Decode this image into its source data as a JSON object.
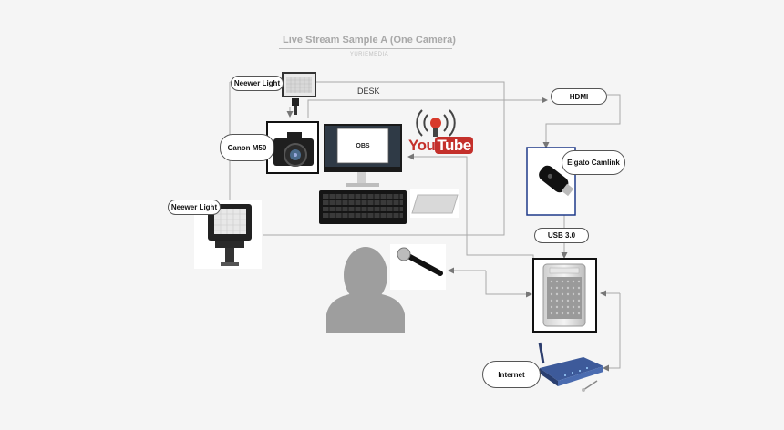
{
  "diagram": {
    "title": "Live Stream Sample A  (One Camera)",
    "subtitle": "YURIEMEDIA",
    "desk_label": "DESK",
    "nodes": {
      "neewer_light_top": "Neewer Light",
      "neewer_light_left": "Neewer Light",
      "canon_m50": "Canon M50",
      "hdmi": "HDMI",
      "elgato_camlink": "Elgato Camlink",
      "usb": "USB 3.0",
      "internet": "Internet",
      "obs": "OBS"
    },
    "youtube_logo": {
      "text_left": "You",
      "text_right": "Tube"
    }
  },
  "icons": [
    "led-light-icon",
    "camera-icon",
    "monitor-icon",
    "keyboard-icon",
    "trackpad-icon",
    "youtube-icon",
    "person-icon",
    "microphone-icon",
    "capture-card-icon",
    "computer-tower-icon",
    "router-icon"
  ],
  "colors": {
    "line": "#a9a9a9",
    "youtube_red": "#c4302b",
    "person_gray": "#9e9e9e"
  }
}
